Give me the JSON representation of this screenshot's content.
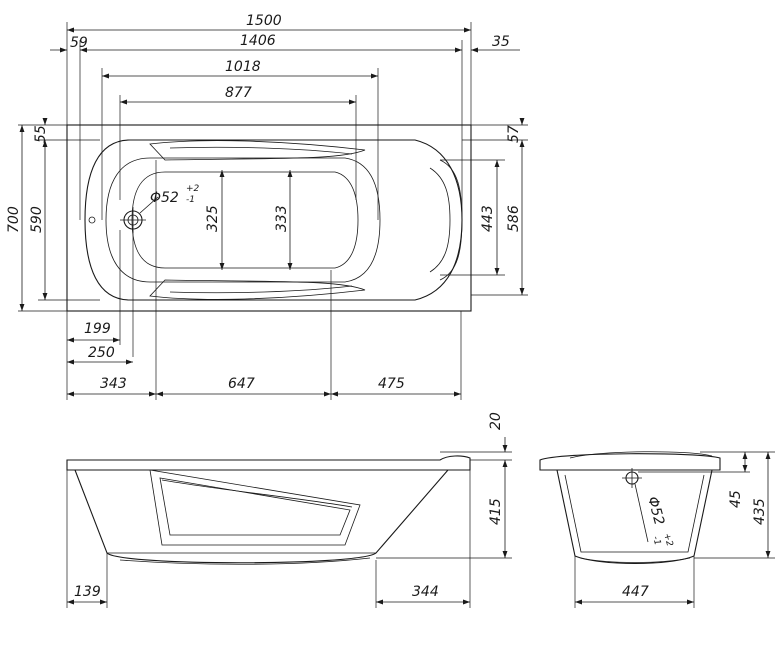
{
  "top_view": {
    "dims": {
      "overall_length": "1500",
      "inner_length": "1406",
      "offset_left": "59",
      "offset_right": "35",
      "bottom_length_outer": "1018",
      "bottom_length_inner": "877",
      "rim_top": "55",
      "rim_right": "57",
      "overall_width": "700",
      "inner_width": "590",
      "bottom_width_a": "325",
      "bottom_width_b": "333",
      "head_width_a": "443",
      "head_width_b": "586",
      "drain_from_end_a": "199",
      "drain_from_end_b": "250",
      "seg_a": "343",
      "seg_b": "647",
      "seg_c": "475"
    },
    "drain_label": "Φ52",
    "drain_tol_plus": "+2",
    "drain_tol_minus": "-1"
  },
  "side_view": {
    "dims": {
      "rim_height": "20",
      "depth": "415",
      "foot_left": "139",
      "foot_right": "344"
    }
  },
  "end_view": {
    "dims": {
      "drain_height": "45",
      "total_height": "435",
      "bottom_width": "447"
    },
    "drain_label": "Φ52",
    "drain_tol_plus": "+2",
    "drain_tol_minus": "-1"
  }
}
